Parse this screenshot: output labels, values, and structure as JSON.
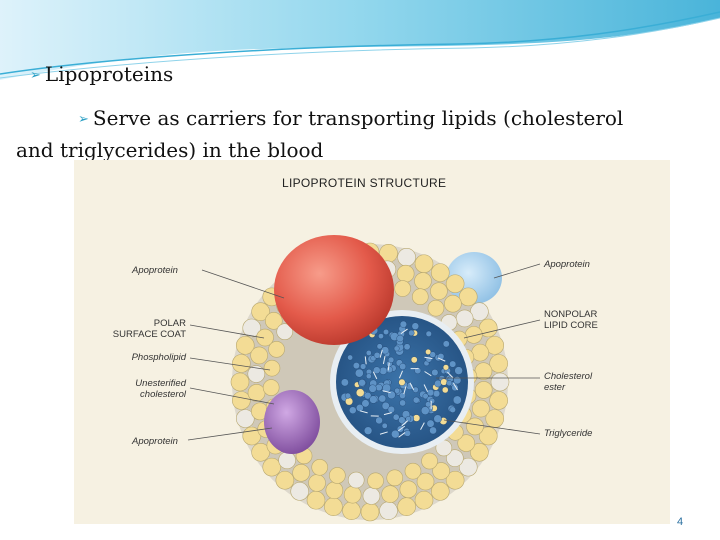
{
  "slide": {
    "bullet_main": "Lipoproteins",
    "bullet_sub_line1": "Serve as carriers for transporting lipids (cholesterol",
    "bullet_sub_line2": "and triglycerides) in the blood",
    "page_number": "4"
  },
  "figure": {
    "title": "LIPOPROTEIN STRUCTURE",
    "labels_left": {
      "apoprotein_top": "Apoprotein",
      "polar_surface_coat_line1": "POLAR",
      "polar_surface_coat_line2": "SURFACE COAT",
      "phospholipid": "Phospholipid",
      "unesterified_line1": "Unesterified",
      "unesterified_line2": "cholesterol",
      "apoprotein_bottom": "Apoprotein"
    },
    "labels_right": {
      "apoprotein": "Apoprotein",
      "nonpolar_line1": "NONPOLAR",
      "nonpolar_line2": "LIPID CORE",
      "cholesterol_ester_line1": "Cholesterol",
      "cholesterol_ester_line2": "ester",
      "triglyceride": "Triglyceride"
    },
    "colors": {
      "background": "#f6f1e2",
      "apoprotein_red": "#e4574a",
      "apoprotein_purple": "#9b6bb8",
      "apoprotein_blue": "#9cc6e8",
      "core_blue": "#2e5f93",
      "phospholipid_head": "#f3dc95",
      "accent": "#2a9fc4"
    }
  }
}
